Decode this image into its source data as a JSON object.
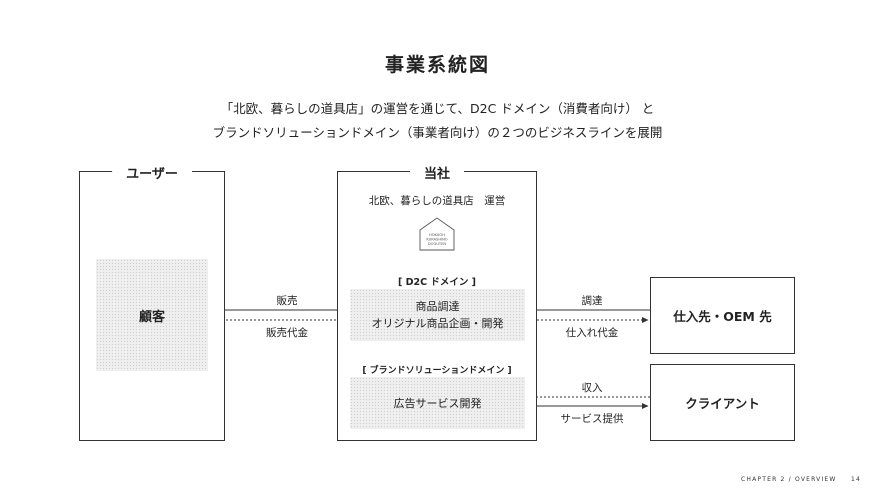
{
  "title": "事業系統図",
  "subtitle_line1": "「北欧、暮らしの道具店」の運営を通じて、D2C ドメイン（消費者向け） と",
  "subtitle_line2": "ブランドソリューションドメイン（事業者向け）の２つのビジネスラインを展開",
  "user_section": {
    "title": "ユーザー",
    "customer": "顧客"
  },
  "company_section": {
    "title": "当社",
    "operation_label": "北欧、暮らしの道具店　運営",
    "logo_icon": "house-logo-icon",
    "d2c": {
      "header": "[ D2C ドメイン ]",
      "line1": "商品調達",
      "line2": "オリジナル商品企画・開発"
    },
    "brand": {
      "header": "[ ブランドソリューションドメイン ]",
      "line1": "広告サービス開発"
    }
  },
  "flows": {
    "sales": "販売",
    "sales_payment": "販売代金",
    "procurement": "調達",
    "purchase_payment": "仕入れ代金",
    "revenue": "収入",
    "service_provision": "サービス提供"
  },
  "partners": {
    "supplier": "仕入先・OEM 先",
    "client": "クライアント"
  },
  "footer": "CHAPTER 2 / OVERVIEW　　14"
}
